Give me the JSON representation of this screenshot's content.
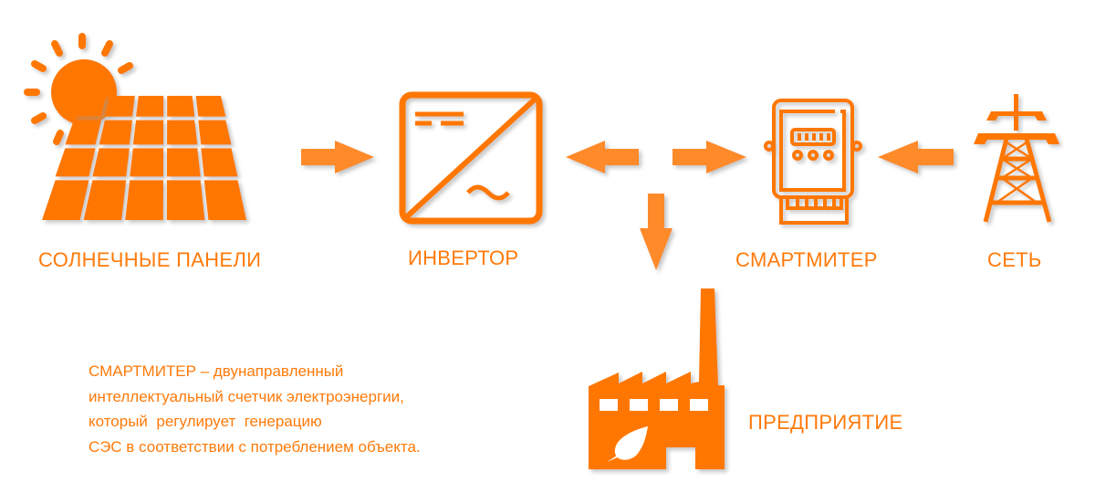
{
  "colors": {
    "primary": "#FF7700",
    "arrow": "#FF8A2A",
    "shadow": "#c8c8c8"
  },
  "nodes": {
    "solar": "СОЛНЕЧНЫЕ ПАНЕЛИ",
    "inverter": "ИНВЕРТОР",
    "smartmeter": "СМАРТМИТЕР",
    "grid": "СЕТЬ",
    "enterprise": "ПРЕДПРИЯТИЕ"
  },
  "description": [
    "СМАРТМИТЕР – двунаправленный",
    "интеллектуальный счетчик электроэнергии,",
    "который  регулирует  генерацию",
    "СЭС в соответствии с потреблением объекта."
  ],
  "icons": [
    "sun-icon",
    "solar-panel-icon",
    "inverter-icon",
    "smart-meter-icon",
    "power-tower-icon",
    "factory-icon",
    "arrow-right-icon",
    "arrow-left-icon",
    "arrow-down-icon"
  ]
}
